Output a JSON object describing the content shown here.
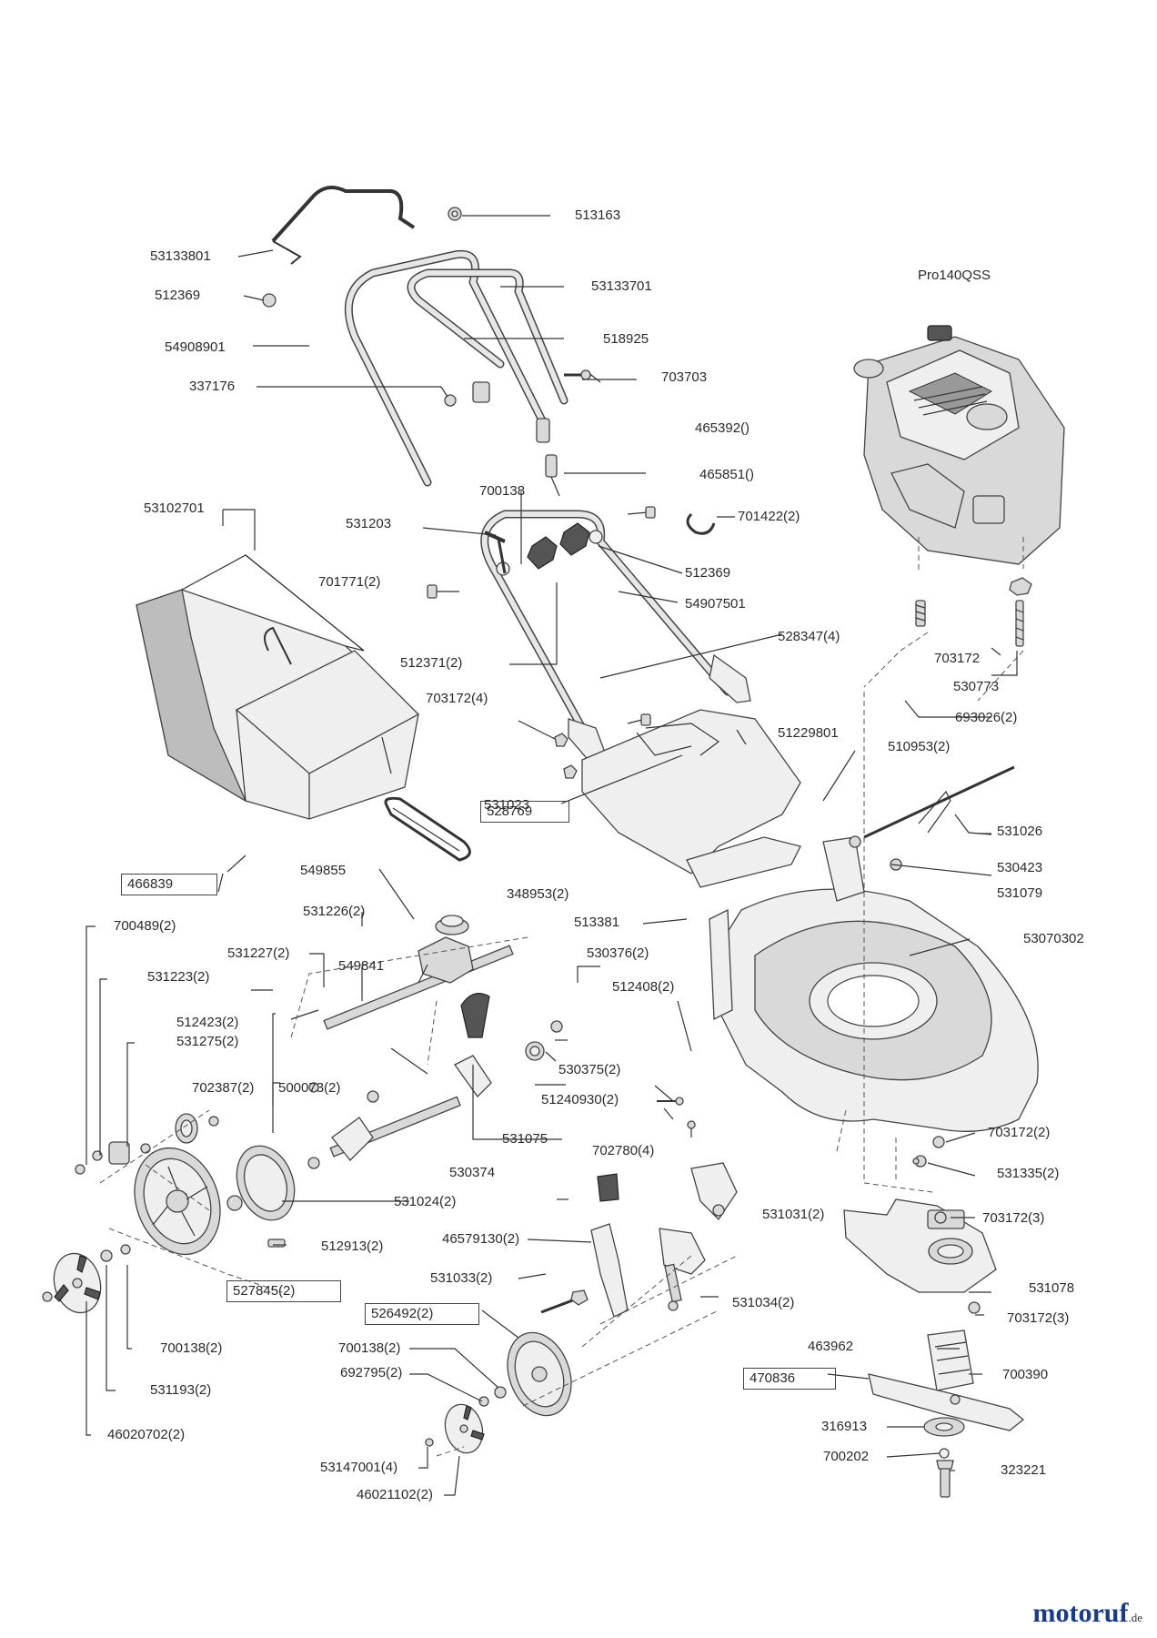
{
  "diagram": {
    "engine_model": "Pro140QSS",
    "brand": "motoruf",
    "brand_domain": ".de",
    "labels": {
      "l513163": "513163",
      "l53133801": "53133801",
      "l53133701": "53133701",
      "l512369a": "512369",
      "l54908901": "54908901",
      "l518925": "518925",
      "l337176": "337176",
      "l703703": "703703",
      "l465392": "465392()",
      "l465851": "465851()",
      "l700138a": "700138",
      "l531203": "531203",
      "l701422": "701422(2)",
      "l53102701": "53102701",
      "l701771": "701771(2)",
      "l512369b": "512369",
      "l54907501": "54907501",
      "l528347": "528347(4)",
      "l703172a": "703172",
      "l530773": "530773",
      "l512371": "512371(2)",
      "l703172_4": "703172(4)",
      "l693026": "693026(2)",
      "l51229801": "51229801",
      "l510953": "510953(2)",
      "l531023": "531023",
      "l531026": "531026",
      "l528769": "528769",
      "l530423": "530423",
      "l466839": "466839",
      "l549855": "549855",
      "l348953": "348953(2)",
      "l531079": "531079",
      "l700489": "700489(2)",
      "l531226": "531226(2)",
      "l513381": "513381",
      "l53070302": "53070302",
      "l531227": "531227(2)",
      "l549841": "549841",
      "l530376": "530376(2)",
      "l531223": "531223(2)",
      "l512408": "512408(2)",
      "l512423": "512423(2)",
      "l531275": "531275(2)",
      "l530375": "530375(2)",
      "l500073": "500073(2)",
      "l702387": "702387(2)",
      "l51240930": "51240930(2)",
      "l531075": "531075",
      "l703172_2": "703172(2)",
      "l702780": "702780(4)",
      "l530374": "530374",
      "l531335": "531335(2)",
      "l531024": "531024(2)",
      "l531031": "531031(2)",
      "l703172_3a": "703172(3)",
      "l512913": "512913(2)",
      "l46579130": "46579130(2)",
      "l531078": "531078",
      "l527845": "527845(2)",
      "l531033": "531033(2)",
      "l531034": "531034(2)",
      "l703172_3b": "703172(3)",
      "l526492": "526492(2)",
      "l463962": "463962",
      "l700138b": "700138(2)",
      "l470836": "470836",
      "l700390": "700390",
      "l700138c": "700138(2)",
      "l692795": "692795(2)",
      "l531193": "531193(2)",
      "l316913": "316913",
      "l46020702": "46020702(2)",
      "l700202": "700202",
      "l53147001": "53147001(4)",
      "l323221": "323221",
      "l46021102": "46021102(2)"
    }
  }
}
